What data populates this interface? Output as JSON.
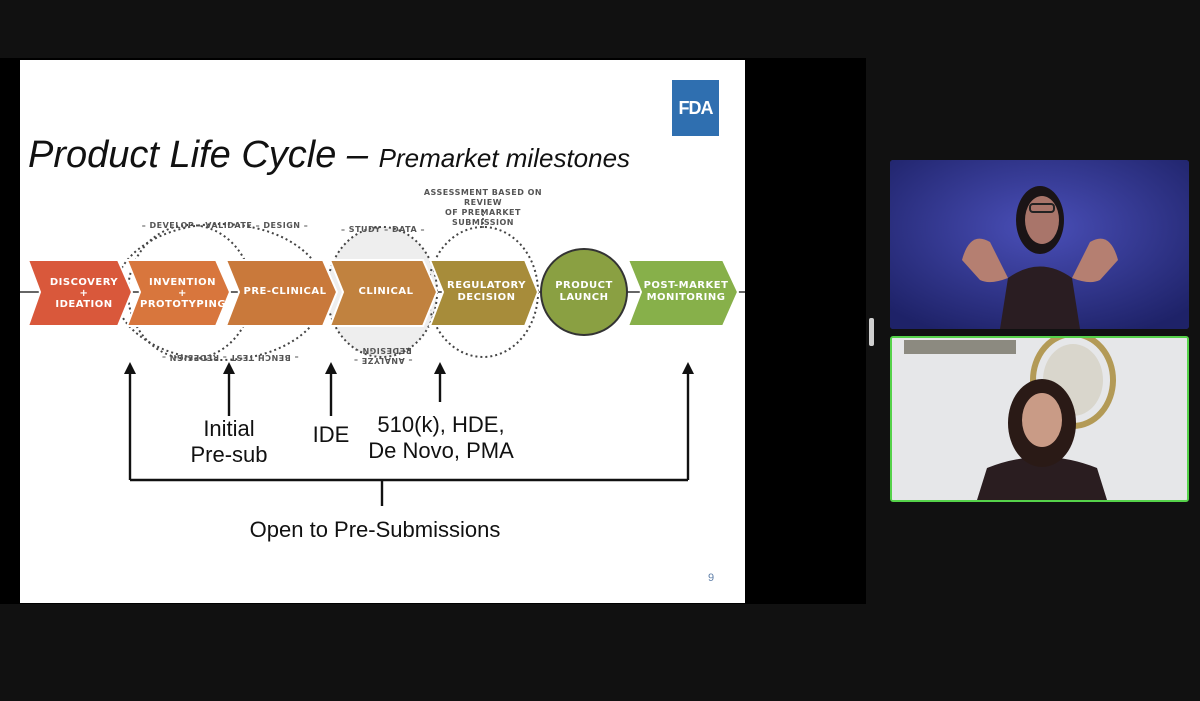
{
  "slide": {
    "title_main": "Product Life Cycle",
    "title_dash": " – ",
    "title_sub": "Premarket milestones",
    "logo_text": "FDA",
    "page_number": "9",
    "assessment_note_line1": "ASSESSMENT BASED ON REVIEW",
    "assessment_note_line2": "OF PREMARKET SUBMISSION",
    "top_loop_1": "– DEVELOP – VALIDATE – DESIGN –",
    "top_loop_2": "– STUDY – DATA –",
    "bottom_loop_1": "– BENCH TEST – REDESIGN –",
    "bottom_loop_2": "– ANALYZE – REDESIGN –",
    "stages": [
      {
        "line1": "DISCOVERY",
        "line2": "+",
        "line3": "IDEATION"
      },
      {
        "line1": "INVENTION",
        "line2": "+",
        "line3": "PROTOTYPING"
      },
      {
        "line1": "PRE-CLINICAL",
        "line2": "",
        "line3": ""
      },
      {
        "line1": "CLINICAL",
        "line2": "",
        "line3": ""
      },
      {
        "line1": "REGULATORY",
        "line2": "DECISION",
        "line3": ""
      },
      {
        "line1": "PRODUCT",
        "line2": "LAUNCH",
        "line3": ""
      },
      {
        "line1": "POST-MARKET",
        "line2": "MONITORING",
        "line3": ""
      }
    ],
    "labels": {
      "initial": "Initial",
      "presub": "Pre-sub",
      "ide": "IDE",
      "k510_line1": "510(k), HDE,",
      "k510_line2": "De Novo, PMA",
      "open": "Open to Pre-Submissions"
    },
    "colors": {
      "stage1": "#d9583b",
      "stage2": "#d8763d",
      "stage3": "#c9793b",
      "stage4": "#c1823f",
      "stage5": "#a78c3a",
      "stage6": "#8aa042",
      "stage7": "#87b04a"
    }
  },
  "participants": {
    "tile1": "interpreter-video",
    "tile2": "speaker-video"
  }
}
